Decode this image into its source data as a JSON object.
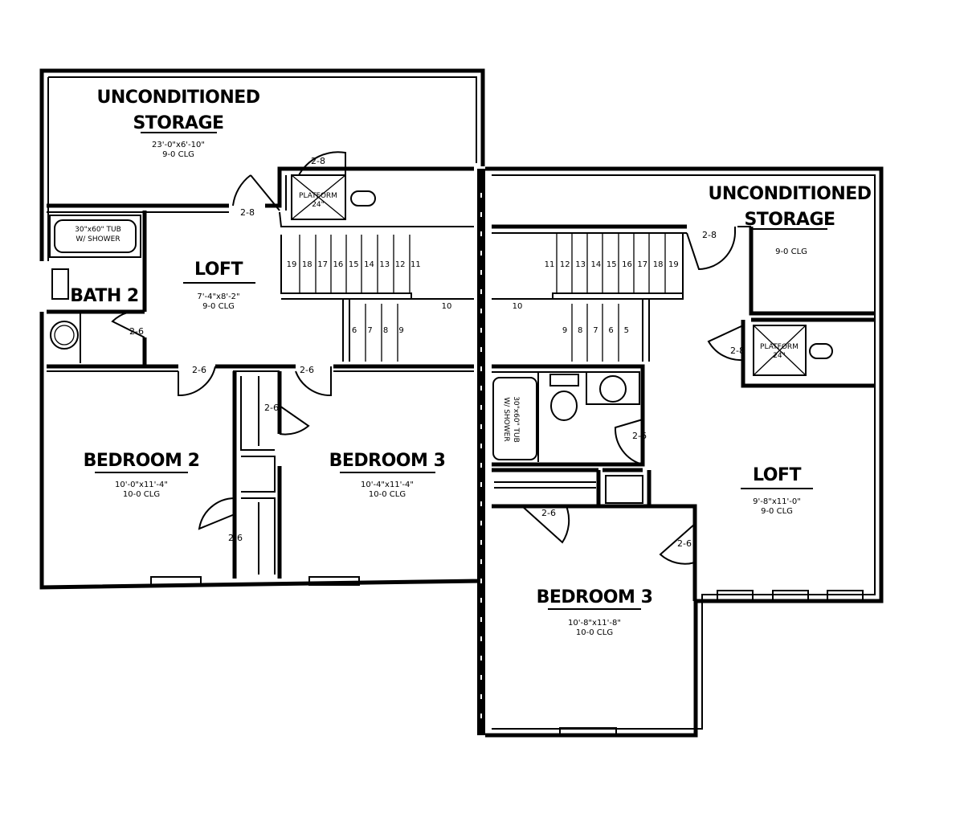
{
  "rooms": {
    "storage_left": {
      "name_line1": "UNCONDITIONED",
      "name_line2": "STORAGE",
      "dims": "23'-0\"x6'-10\"",
      "ceiling": "9-0 CLG"
    },
    "storage_right": {
      "name_line1": "UNCONDITIONED",
      "name_line2": "STORAGE",
      "ceiling": "9-0 CLG"
    },
    "loft_left": {
      "name": "LOFT",
      "dims": "7'-4\"x8'-2\"",
      "ceiling": "9-0 CLG"
    },
    "bath2": {
      "name": "BATH 2"
    },
    "bedroom2": {
      "name": "BEDROOM 2",
      "dims": "10'-0\"x11'-4\"",
      "ceiling": "10-0 CLG"
    },
    "bedroom3_left": {
      "name": "BEDROOM 3",
      "dims": "10'-4\"x11'-4\"",
      "ceiling": "10-0 CLG"
    },
    "loft_right": {
      "name": "LOFT",
      "dims": "9'-8\"x11'-0\"",
      "ceiling": "9-0 CLG"
    },
    "bedroom3_right": {
      "name": "BEDROOM 3",
      "dims": "10'-8\"x11'-8\"",
      "ceiling": "10-0 CLG"
    }
  },
  "fixtures": {
    "tub_left": {
      "line1": "30\"x60\" TUB",
      "line2": "W/ SHOWER"
    },
    "tub_right": {
      "line1": "30\"x60\" TUB",
      "line2": "W/ SHOWER"
    },
    "platform_left": {
      "line1": "PLATFORM",
      "line2": "24\""
    },
    "platform_right": {
      "line1": "PLATFORM",
      "line2": "24\""
    }
  },
  "doors": {
    "attic_left": "2-8",
    "storage_left": "2-8",
    "bath2": "2-6",
    "bedroom2_entry": "2-6",
    "bedroom3_left_entry": "2-6",
    "closet_hall": "2-6",
    "closet_bedroom2": "2-6",
    "storage_right": "2-8",
    "attic_right": "2-8",
    "bath_right": "2-6",
    "bedroom3_right_closet": "2-6",
    "bedroom3_right_entry": "2-6"
  },
  "stairs": {
    "left_upper": [
      "19",
      "18",
      "17",
      "16",
      "15",
      "14",
      "13",
      "12",
      "11"
    ],
    "left_lower": [
      "6",
      "7",
      "8",
      "9"
    ],
    "left_landing": "10",
    "right_upper": [
      "11",
      "12",
      "13",
      "14",
      "15",
      "16",
      "17",
      "18",
      "19"
    ],
    "right_lower": [
      "9",
      "8",
      "7",
      "6",
      "5"
    ],
    "right_landing": "10"
  }
}
